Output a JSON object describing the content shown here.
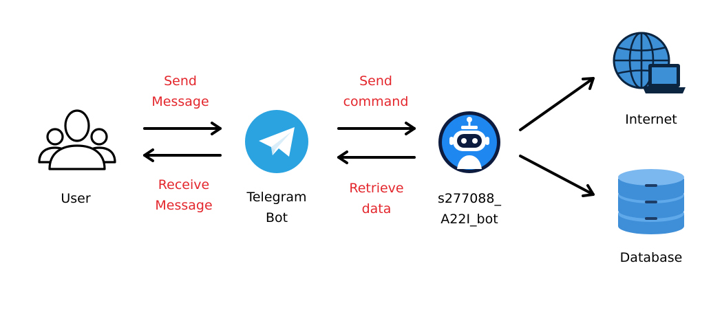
{
  "colors": {
    "accent_red": "#e3262c",
    "arrow": "#000000",
    "telegram_blue": "#2aa3e0",
    "robot_blue": "#1e88f0",
    "globe_blue": "#3d8fd6",
    "database_blue": "#3f8fd8"
  },
  "icons": {
    "user": "user-group-icon",
    "telegram": "telegram-icon",
    "bot": "robot-icon",
    "internet": "globe-laptop-icon",
    "database": "database-icon"
  },
  "nodes": {
    "user": {
      "label": "User"
    },
    "telegram": {
      "label_line1": "Telegram",
      "label_line2": "Bot"
    },
    "bot": {
      "label_line1": "s277088_",
      "label_line2": "A22I_bot"
    },
    "internet": {
      "label": "Internet"
    },
    "database": {
      "label": "Database"
    }
  },
  "edges": {
    "send_message": {
      "line1": "Send",
      "line2": "Message"
    },
    "receive_message": {
      "line1": "Receive",
      "line2": "Message"
    },
    "send_command": {
      "line1": "Send",
      "line2": "command"
    },
    "retrieve_data": {
      "line1": "Retrieve",
      "line2": "data"
    }
  }
}
